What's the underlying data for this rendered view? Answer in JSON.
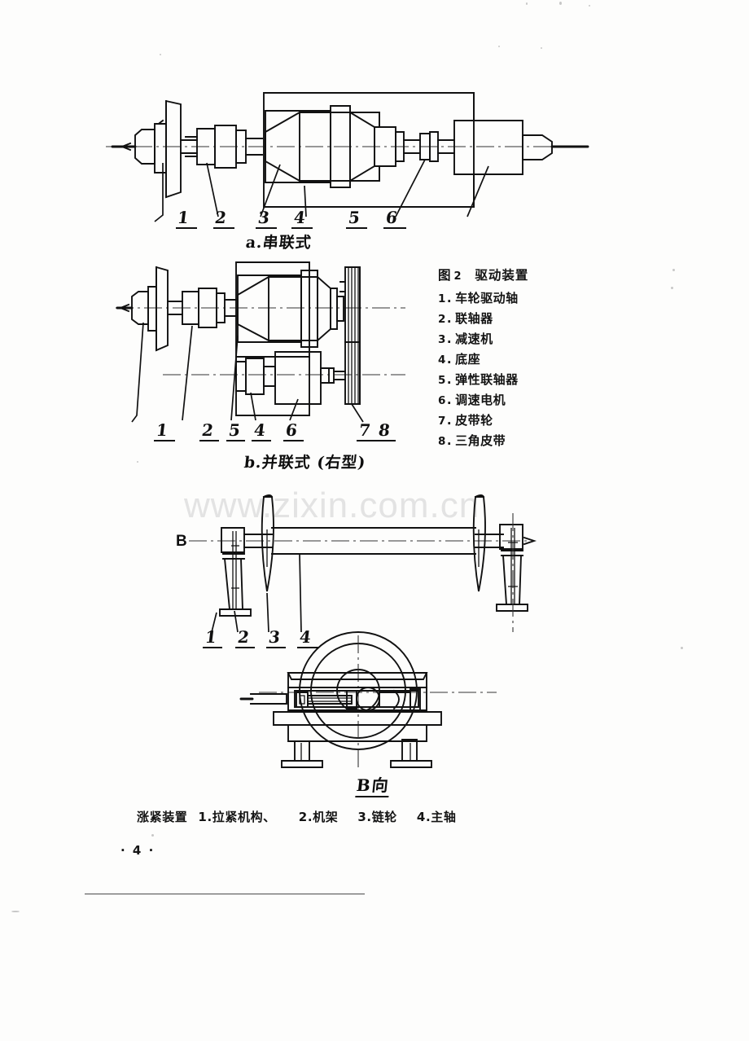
{
  "document": {
    "page_number": "· 4 ·",
    "watermark": "www.zixin.com.cn"
  },
  "figure_captions": {
    "sub_a": "a.串联式",
    "sub_b": "b.并联式 (右型)",
    "b_view": "B向",
    "section_marker": "B"
  },
  "legend": {
    "title_label": "图",
    "title_number": "2",
    "title_text": "驱动装置",
    "items": [
      {
        "index": "1",
        "label": "车轮驱动轴"
      },
      {
        "index": "2",
        "label": "联轴器"
      },
      {
        "index": "3",
        "label": "减速机"
      },
      {
        "index": "4",
        "label": "底座"
      },
      {
        "index": "5",
        "label": "弹性联轴器"
      },
      {
        "index": "6",
        "label": "调速电机"
      },
      {
        "index": "7",
        "label": "皮带轮"
      },
      {
        "index": "8",
        "label": "三角皮带"
      }
    ]
  },
  "bottom_caption": {
    "title": "涨紧装置",
    "items": [
      {
        "index": "1",
        "label": "拉紧机构、"
      },
      {
        "index": "2",
        "label": "机架"
      },
      {
        "index": "3",
        "label": "链轮"
      },
      {
        "index": "4",
        "label": "主轴"
      }
    ]
  },
  "figure_a_labels": [
    "1",
    "2",
    "3",
    "4",
    "5",
    "6"
  ],
  "figure_b_labels": [
    "1",
    "2",
    "5",
    "4",
    "6",
    "7",
    "8"
  ],
  "figure_c_labels": [
    "1",
    "2",
    "3",
    "4"
  ],
  "colors": {
    "ink": "#111111",
    "paper": "#fdfdfc",
    "watermark": "#e3e3e3"
  }
}
